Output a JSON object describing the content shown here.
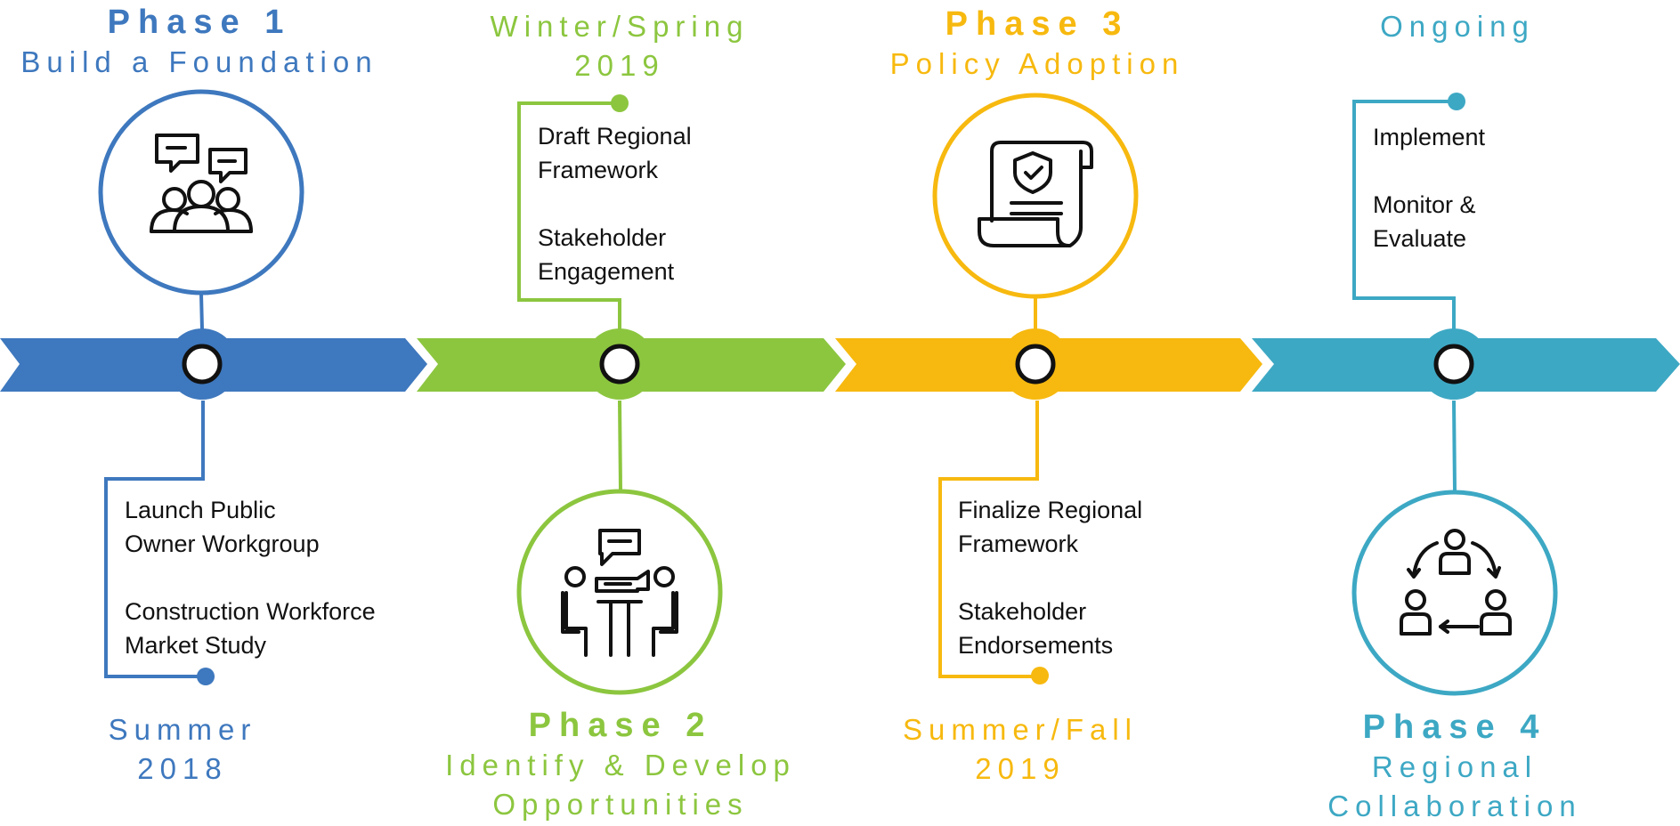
{
  "colors": {
    "phase1": "#3E78BE",
    "phase2": "#8CC63F",
    "phase3": "#F7B90F",
    "phase4": "#3DA8C4",
    "text": "#111111"
  },
  "phases": [
    {
      "label": "Phase 1",
      "name": "Build a Foundation",
      "period_line1": "Summer",
      "period_line2": "2018",
      "items": [
        "Launch Public\nOwner Workgroup",
        "Construction Workforce\nMarket Study"
      ],
      "icon": "people-discussion-icon"
    },
    {
      "label": "Phase 2",
      "name_line1": "Identify & Develop",
      "name_line2": "Opportunities",
      "period_line1": "Winter/Spring",
      "period_line2": "2019",
      "items": [
        "Draft Regional\nFramework",
        "Stakeholder\nEngagement"
      ],
      "icon": "meeting-table-icon"
    },
    {
      "label": "Phase 3",
      "name": "Policy Adoption",
      "period_line1": "Summer/Fall",
      "period_line2": "2019",
      "items": [
        "Finalize Regional\nFramework",
        "Stakeholder\nEndorsements"
      ],
      "icon": "policy-document-icon"
    },
    {
      "label": "Phase 4",
      "name_line1": "Regional",
      "name_line2": "Collaboration",
      "period_line1": "Ongoing",
      "items": [
        "Implement",
        "Monitor &\nEvaluate"
      ],
      "icon": "cycle-collaboration-icon"
    }
  ]
}
